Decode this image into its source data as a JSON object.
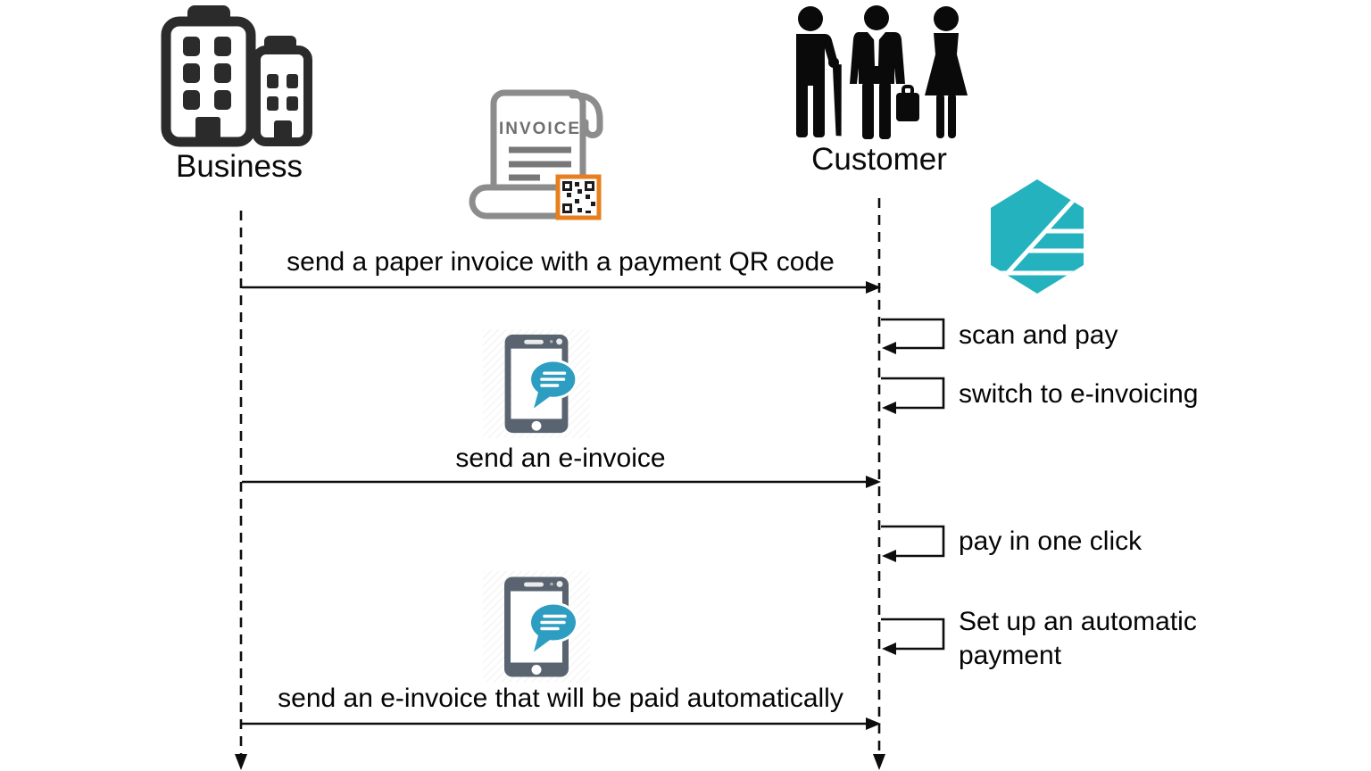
{
  "actors": {
    "business": {
      "label": "Business"
    },
    "customer": {
      "label": "Customer"
    }
  },
  "invoice_icon": {
    "title": "INVOICE"
  },
  "messages": {
    "m1": {
      "type": "arrow",
      "from": "Business",
      "to": "Customer",
      "label": "send a paper invoice with a payment QR code"
    },
    "m2": {
      "type": "self",
      "actor": "Customer",
      "label": "scan and pay"
    },
    "m3": {
      "type": "self",
      "actor": "Customer",
      "label": "switch to e-invoicing"
    },
    "m4": {
      "type": "arrow",
      "from": "Business",
      "to": "Customer",
      "label": "send an e-invoice"
    },
    "m5": {
      "type": "self",
      "actor": "Customer",
      "label": "pay in one click"
    },
    "m6": {
      "type": "self",
      "actor": "Customer",
      "label": "Set up an automatic payment"
    },
    "m7": {
      "type": "arrow",
      "from": "Business",
      "to": "Customer",
      "label": "send an e-invoice that will be paid automatically"
    }
  },
  "icons": {
    "business": "office-buildings-icon",
    "customer": "customer-group-icon",
    "invoice": "paper-invoice-qr-icon",
    "logo": "teal-hexagon-logo",
    "phone": "phone-chat-icon"
  },
  "colors": {
    "logo_teal": "#23b2be",
    "qr_orange": "#e87f1f",
    "phone_gray": "#5a6470",
    "bubble_blue": "#2d9ec1",
    "invoice_gray": "#8c8c8c",
    "ink": "#0a0a0a"
  }
}
